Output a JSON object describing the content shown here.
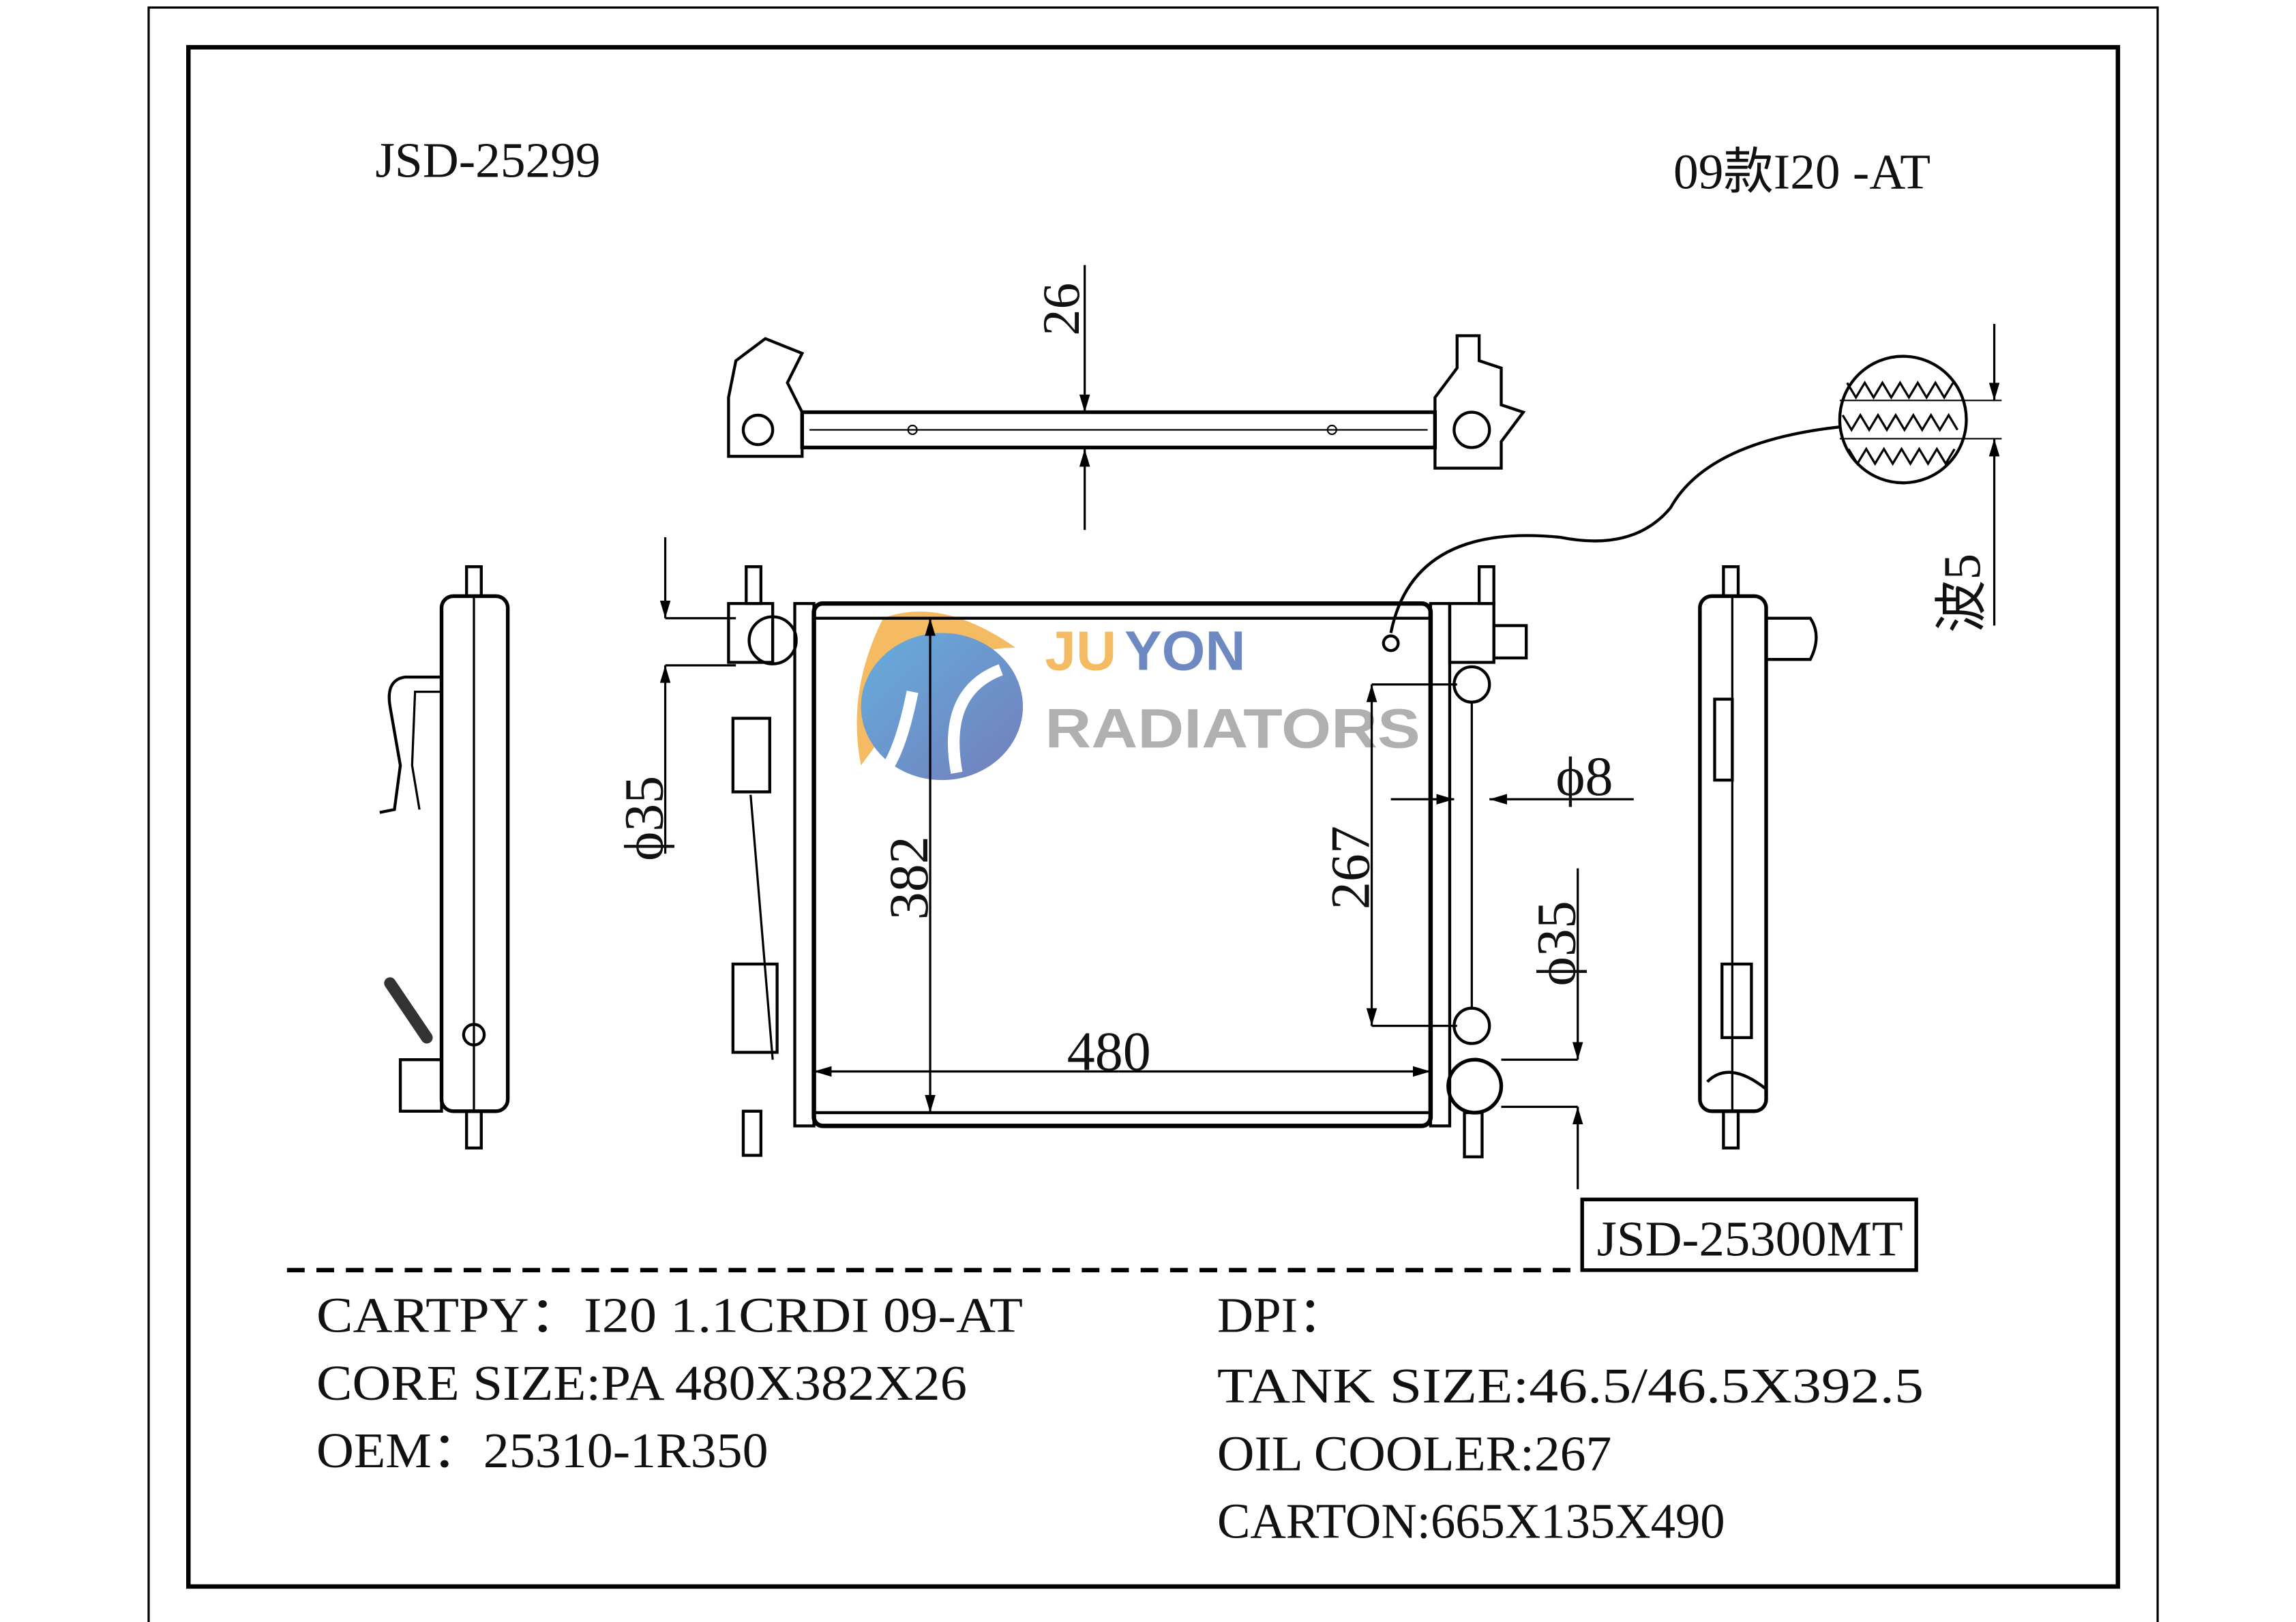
{
  "header": {
    "model_code": "JSD-25299",
    "vehicle": "09款I20 -AT"
  },
  "dimensions": {
    "core_thickness": "26",
    "core_width": "480",
    "core_height": "382",
    "oil_cooler_length": "267",
    "oil_cooler_pipe": "ϕ8",
    "inlet_diameter": "ϕ35",
    "outlet_diameter": "ϕ35",
    "fin_wave": "波5"
  },
  "related_model": "JSD-25300MT",
  "logo": {
    "brand_part1": "JU",
    "brand_part2": "YON",
    "subtitle": "RADIATORS",
    "colors": {
      "orange": "#F5B453",
      "blue": "#5F7DBB",
      "gray": "#A8A8A8",
      "light_blue": "#55A6DA"
    }
  },
  "specs_left": [
    "CARTPY：I20 1.1CRDI 09-AT",
    "CORE SIZE:PA 480X382X26",
    "OEM：25310-1R350"
  ],
  "specs_right": [
    "DPI：",
    "TANK SIZE:46.5/46.5X392.5",
    "OIL COOLER:267",
    "CARTON:665X135X490"
  ]
}
